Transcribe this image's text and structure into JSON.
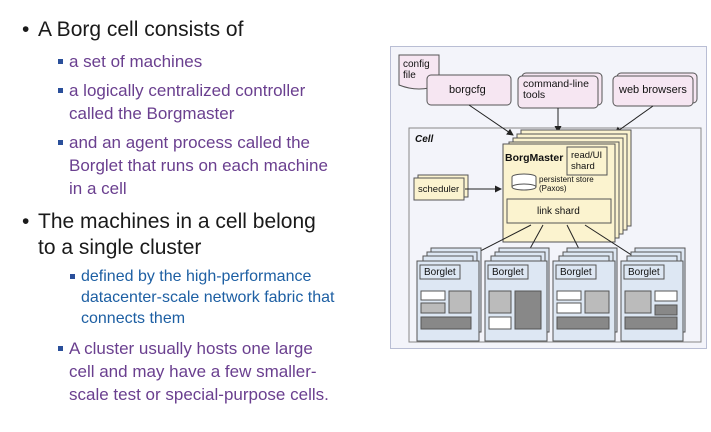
{
  "bullets": [
    {
      "text": "A Borg cell consists of",
      "children": [
        {
          "lines": [
            "a set of machines"
          ]
        },
        {
          "lines": [
            "a logically centralized controller",
            "called the Borgmaster"
          ]
        },
        {
          "lines": [
            "and an agent process called the",
            "Borglet that runs on each machine",
            "in a cell"
          ]
        }
      ]
    },
    {
      "lines": [
        "The machines in a cell belong",
        "to a single cluster"
      ],
      "children": [
        {
          "lines": [
            "defined by the high-performance",
            "datacenter-scale network fabric that",
            "connects them"
          ]
        },
        {
          "lines": [
            "A cluster usually hosts one large",
            "cell and may have a few smaller-",
            "scale test or special-purpose cells."
          ]
        }
      ]
    }
  ],
  "diagram": {
    "config_file": [
      "config",
      "file"
    ],
    "borgcfg": "borgcfg",
    "cli_tools": [
      "command-line",
      "tools"
    ],
    "web_browsers": "web browsers",
    "cell": "Cell",
    "borgmaster": "BorgMaster",
    "read_ui_shard": [
      "read/UI",
      "shard"
    ],
    "persistent_store": [
      "persistent store",
      "(Paxos)"
    ],
    "scheduler": "scheduler",
    "link_shard": "link shard",
    "borglet": "Borglet",
    "colors": {
      "client_box": "#f6e6f2",
      "master": "#fbf3cf",
      "machine": "#dde7f3",
      "border": "#555555"
    }
  }
}
